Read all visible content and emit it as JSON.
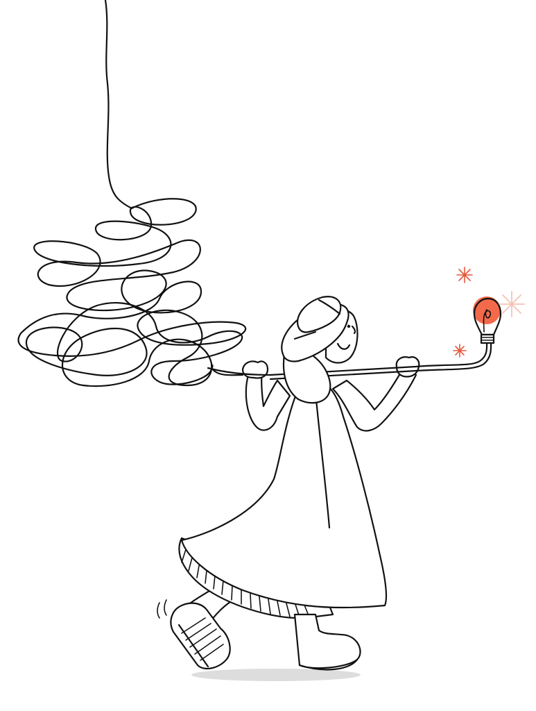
{
  "illustration": {
    "subject": "person-carrying-tangled-cord-to-lightbulb",
    "icons": [
      "scribble-tangle",
      "hanging-cord",
      "person-walking",
      "hat",
      "pole",
      "lightbulb-icon",
      "sparkle-icon",
      "ground-shadow"
    ]
  },
  "colors": {
    "line": "#111111",
    "background": "#ffffff",
    "bulb_glow": "#f26a4b",
    "sparkle": "#e4573a",
    "sparkle_light": "#f6c2b4",
    "shadow": "#dddddd"
  }
}
